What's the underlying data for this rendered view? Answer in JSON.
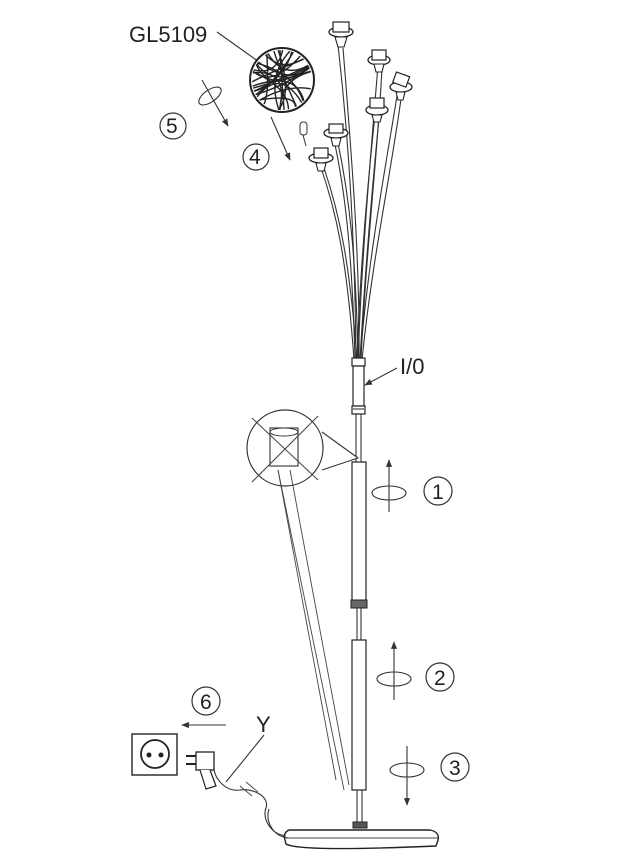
{
  "labels": {
    "model": "GL5109",
    "switch": "I/0",
    "cable": "Y"
  },
  "steps": [
    "1",
    "2",
    "3",
    "4",
    "5",
    "6"
  ],
  "icons": {
    "globe_shade": "wire-ball-shade-icon",
    "bulb": "bulb-icon",
    "socket_outlet": "wall-socket-icon",
    "plug": "plug-icon",
    "rotation": "rotate-arrow-icon"
  },
  "colors": {
    "line": "#333333",
    "background": "#ffffff"
  }
}
